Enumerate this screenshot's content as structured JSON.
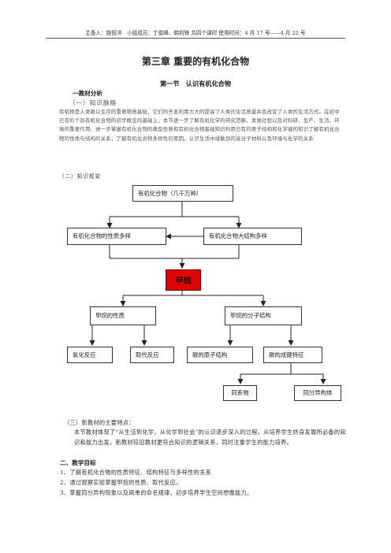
{
  "header": {
    "text": "主备人：姚智洋　小组成员：丁俊峰、韩利锋 共四个课时 使用时间：4 月 17 号——4 月 22 号"
  },
  "chapter_title": "第三章 重要的有机化合物",
  "section_title": "第一节　认识有机化合物",
  "part1": {
    "heading": "一教材分析",
    "sub1": "（一）知识脉络",
    "paragraph": "有机物是人类赖以生存的重要物质基础，它们的开发利用大大的提高了人类的生活质量并且改变了人类的生活方式。在初中已有的个别有机化合物的初步概念的基础上，本节进一步了解有机化学的研究范畴、发展过程以及对科研、生产、生活、环境的重要作用。进一步掌握有机化合物的典型性质和有机化合物基础知识利用已有的原子结构和化学键的知识了解有机化合物的性质与结构的关系，了解有机化合物多样性的原因。认识生活中接触到的高分子材料以及环境与化学的关系",
    "sub2": "（二）知识框架"
  },
  "diagram": {
    "top": "有机化合物（几千万种）",
    "left_mid": "有机化合物的性质多样",
    "right_mid": "有机化合物大结构多样",
    "center": "甲烷",
    "prop": "甲烷的性质",
    "struct": "甲烷的分子结构",
    "oxidation": "氧化反应",
    "substitution": "取代反应",
    "carbon_atom": "碳的原子结构",
    "carbon_bond": "碳的成键特征",
    "homolog": "同系物",
    "isomer": "同分异构体"
  },
  "part1_sub3": {
    "heading": "（三）新教材的主要特点：",
    "text": "本节教材体现了“从生活到化学，从化学到社会”的认识逐步深入的过程。从培养学生终身发展所必备的知识和能力出发，新教材较旧教材更符合知识的逻辑关系，同时注重学生的能力培养。"
  },
  "part2": {
    "heading": "二、教学目标",
    "items": [
      "1、了解有机化合物的性质特征、结构特征与多样性的关系",
      "2、通过观察实验掌握甲烷的性质、取代反应。",
      "3、掌握同分异构现象以及简单的命名规律，初步培养学生空间想像能力。"
    ]
  },
  "colors": {
    "methane_box": "#e00000"
  }
}
